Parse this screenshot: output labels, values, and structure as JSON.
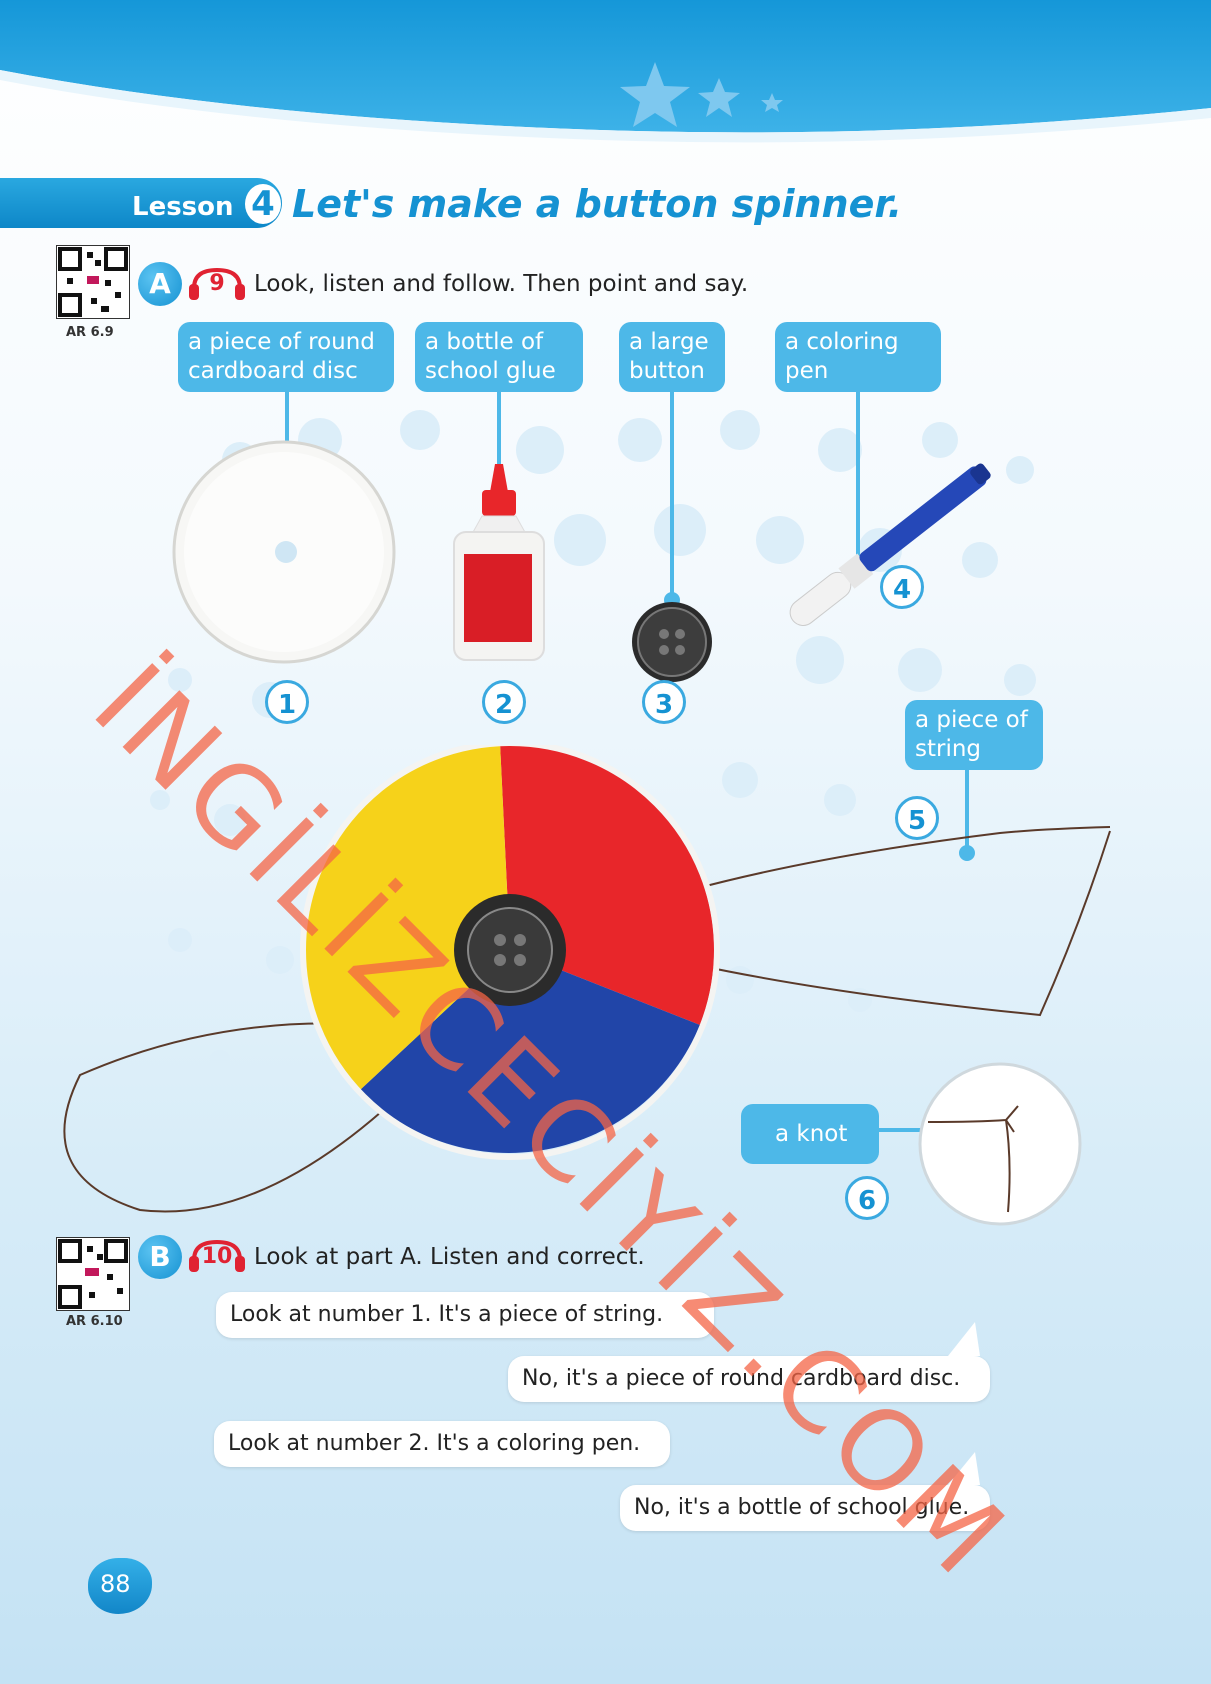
{
  "lesson": {
    "word": "Lesson",
    "number": "4",
    "title": "Let's make a button spinner."
  },
  "section_a": {
    "letter": "A",
    "audio": "9",
    "instruction": "Look, listen and follow. Then point and say.",
    "qr_label": "AR 6.9"
  },
  "items": [
    {
      "label": "a piece of round\ncardboard disc",
      "number": "1"
    },
    {
      "label": "a bottle of\nschool glue",
      "number": "2"
    },
    {
      "label": "a large\nbutton",
      "number": "3"
    },
    {
      "label": "a coloring\npen",
      "number": "4"
    },
    {
      "label": "a piece of\nstring",
      "number": "5"
    },
    {
      "label": "a knot",
      "number": "6"
    }
  ],
  "section_b": {
    "letter": "B",
    "audio": "10",
    "instruction": "Look at part A. Listen and correct.",
    "qr_label": "AR 6.10"
  },
  "dialogue": [
    "Look at number 1. It's a piece of string.",
    "No, it's a piece of round cardboard disc.",
    "Look at number 2. It's a coloring pen.",
    "No, it's a bottle of school glue."
  ],
  "watermark": "İNGİLİZCECİYİZ.COM",
  "page_number": "88",
  "colors": {
    "brand_blue": "#1592d2",
    "label_blue": "#4db8e8",
    "audio_red": "#e02232",
    "disc_red": "#e8262a",
    "disc_yellow": "#f6d21a",
    "disc_blue": "#2145a8"
  }
}
